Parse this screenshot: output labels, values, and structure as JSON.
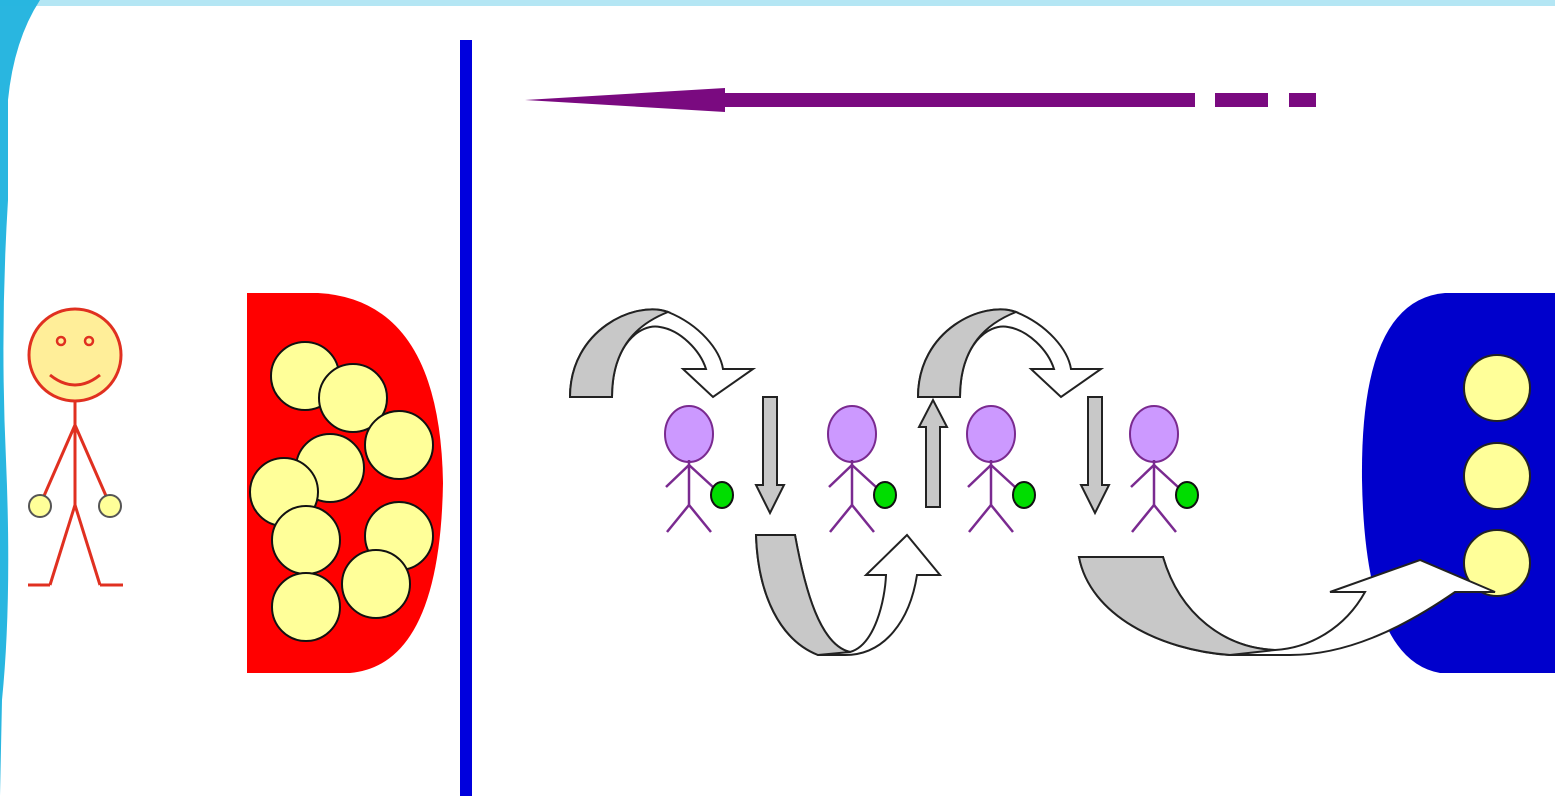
{
  "colors": {
    "background": "#ffffff",
    "frame_accent": "#29b6e0",
    "divider": "#0000dd",
    "time_arrow": "#7a0a80",
    "customer_stroke": "#e03020",
    "customer_face": "#ffee99",
    "red_container": "#ff0000",
    "blue_container": "#0000cc",
    "coin_fill": "#ffff99",
    "agent_head": "#cc99ff",
    "agent_stroke": "#7a2a90",
    "agent_coin": "#00dd00",
    "transfer_arrow_fill": "#c8c8c8",
    "transfer_arrow_stroke": "#222222"
  },
  "figures": {
    "customer": {
      "icon": "smiley-stick-figure",
      "held_coins": 2
    },
    "red_container": {
      "icon": "red-coin-container",
      "coin_count": 9
    },
    "blue_container": {
      "icon": "blue-coin-container",
      "coin_count": 3
    },
    "agents": [
      {
        "icon": "purple-stick-figure-with-coin"
      },
      {
        "icon": "purple-stick-figure-with-coin"
      },
      {
        "icon": "purple-stick-figure-with-coin"
      },
      {
        "icon": "purple-stick-figure-with-coin"
      }
    ]
  },
  "arrows": {
    "time_arrow": {
      "direction": "left",
      "trailing_dashes": 2
    },
    "curved_transfers": [
      {
        "icon": "curved-arrow",
        "direction": "over-right"
      },
      {
        "icon": "curved-arrow",
        "direction": "under-right"
      },
      {
        "icon": "curved-arrow",
        "direction": "over-right"
      },
      {
        "icon": "curved-arrow",
        "direction": "under-right-long"
      }
    ],
    "vertical_transfers": [
      {
        "icon": "down-arrow",
        "direction": "down"
      },
      {
        "icon": "up-arrow",
        "direction": "up"
      },
      {
        "icon": "down-arrow",
        "direction": "down"
      }
    ]
  }
}
